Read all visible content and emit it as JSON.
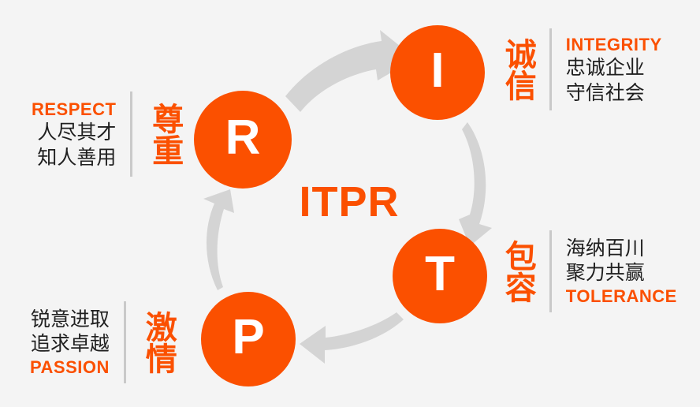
{
  "theme": {
    "background": "#f4f4f4",
    "accent_orange": "#fb5000",
    "arrow_gray": "#d4d4d4",
    "divider_gray": "#c9c9c9",
    "text_dark": "#1f1f1f",
    "circle_letter_color": "#ffffff"
  },
  "center": {
    "wordmark": "ITPR"
  },
  "nodes": [
    {
      "key": "respect",
      "letter": "R"
    },
    {
      "key": "integrity",
      "letter": "I"
    },
    {
      "key": "tolerance",
      "letter": "T"
    },
    {
      "key": "passion",
      "letter": "P"
    }
  ],
  "values": {
    "respect": {
      "letter": "R",
      "cn_title": "尊重",
      "en_label": "RESPECT",
      "cn_line1": "人尽其才",
      "cn_line2": "知人善用"
    },
    "integrity": {
      "letter": "I",
      "cn_title": "诚信",
      "en_label": "INTEGRITY",
      "cn_line1": "忠诚企业",
      "cn_line2": "守信社会"
    },
    "tolerance": {
      "letter": "T",
      "cn_title": "包容",
      "en_label": "TOLERANCE",
      "cn_line1": "海纳百川",
      "cn_line2": "聚力共赢"
    },
    "passion": {
      "letter": "P",
      "cn_title": "激情",
      "en_label": "PASSION",
      "cn_line1": "锐意进取",
      "cn_line2": "追求卓越"
    }
  },
  "arrows": [
    {
      "name": "arrow-r-to-i",
      "from": "R",
      "to": "I",
      "direction": "up-right"
    },
    {
      "name": "arrow-i-to-t",
      "from": "I",
      "to": "T",
      "direction": "down"
    },
    {
      "name": "arrow-t-to-p",
      "from": "T",
      "to": "P",
      "direction": "left"
    },
    {
      "name": "arrow-p-to-r",
      "from": "P",
      "to": "R",
      "direction": "up"
    }
  ]
}
